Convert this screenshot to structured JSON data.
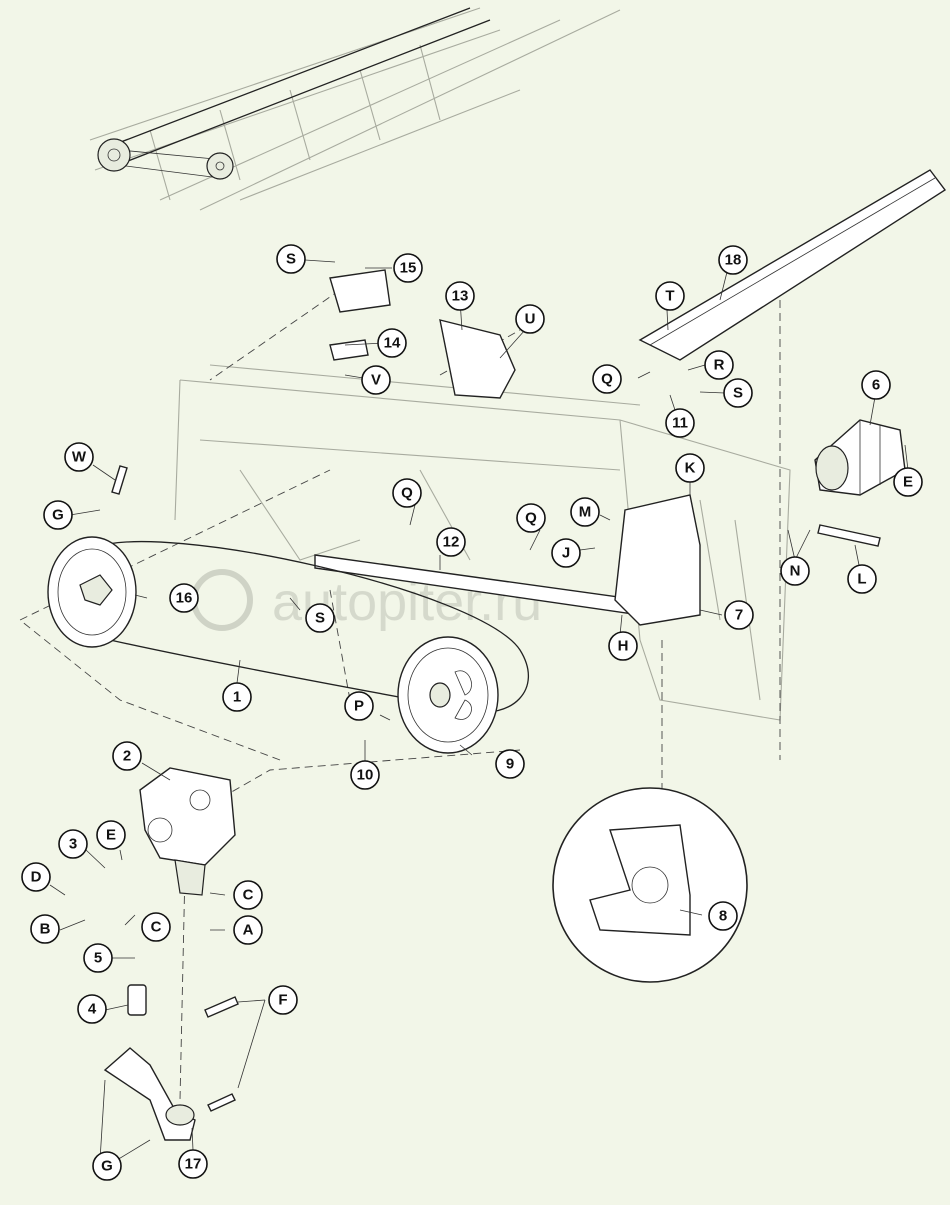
{
  "watermark": "autopiter.ru",
  "callouts": [
    "S",
    "15",
    "14",
    "V",
    "13",
    "U",
    "T",
    "18",
    "Q",
    "R",
    "S",
    "11",
    "6",
    "E",
    "W",
    "G",
    "K",
    "Q",
    "M",
    "Q",
    "12",
    "J",
    "16",
    "S",
    "H",
    "7",
    "N",
    "L",
    "1",
    "P",
    "9",
    "10",
    "2",
    "E",
    "3",
    "D",
    "C",
    "B",
    "C",
    "A",
    "5",
    "F",
    "4",
    "8",
    "G",
    "17"
  ]
}
